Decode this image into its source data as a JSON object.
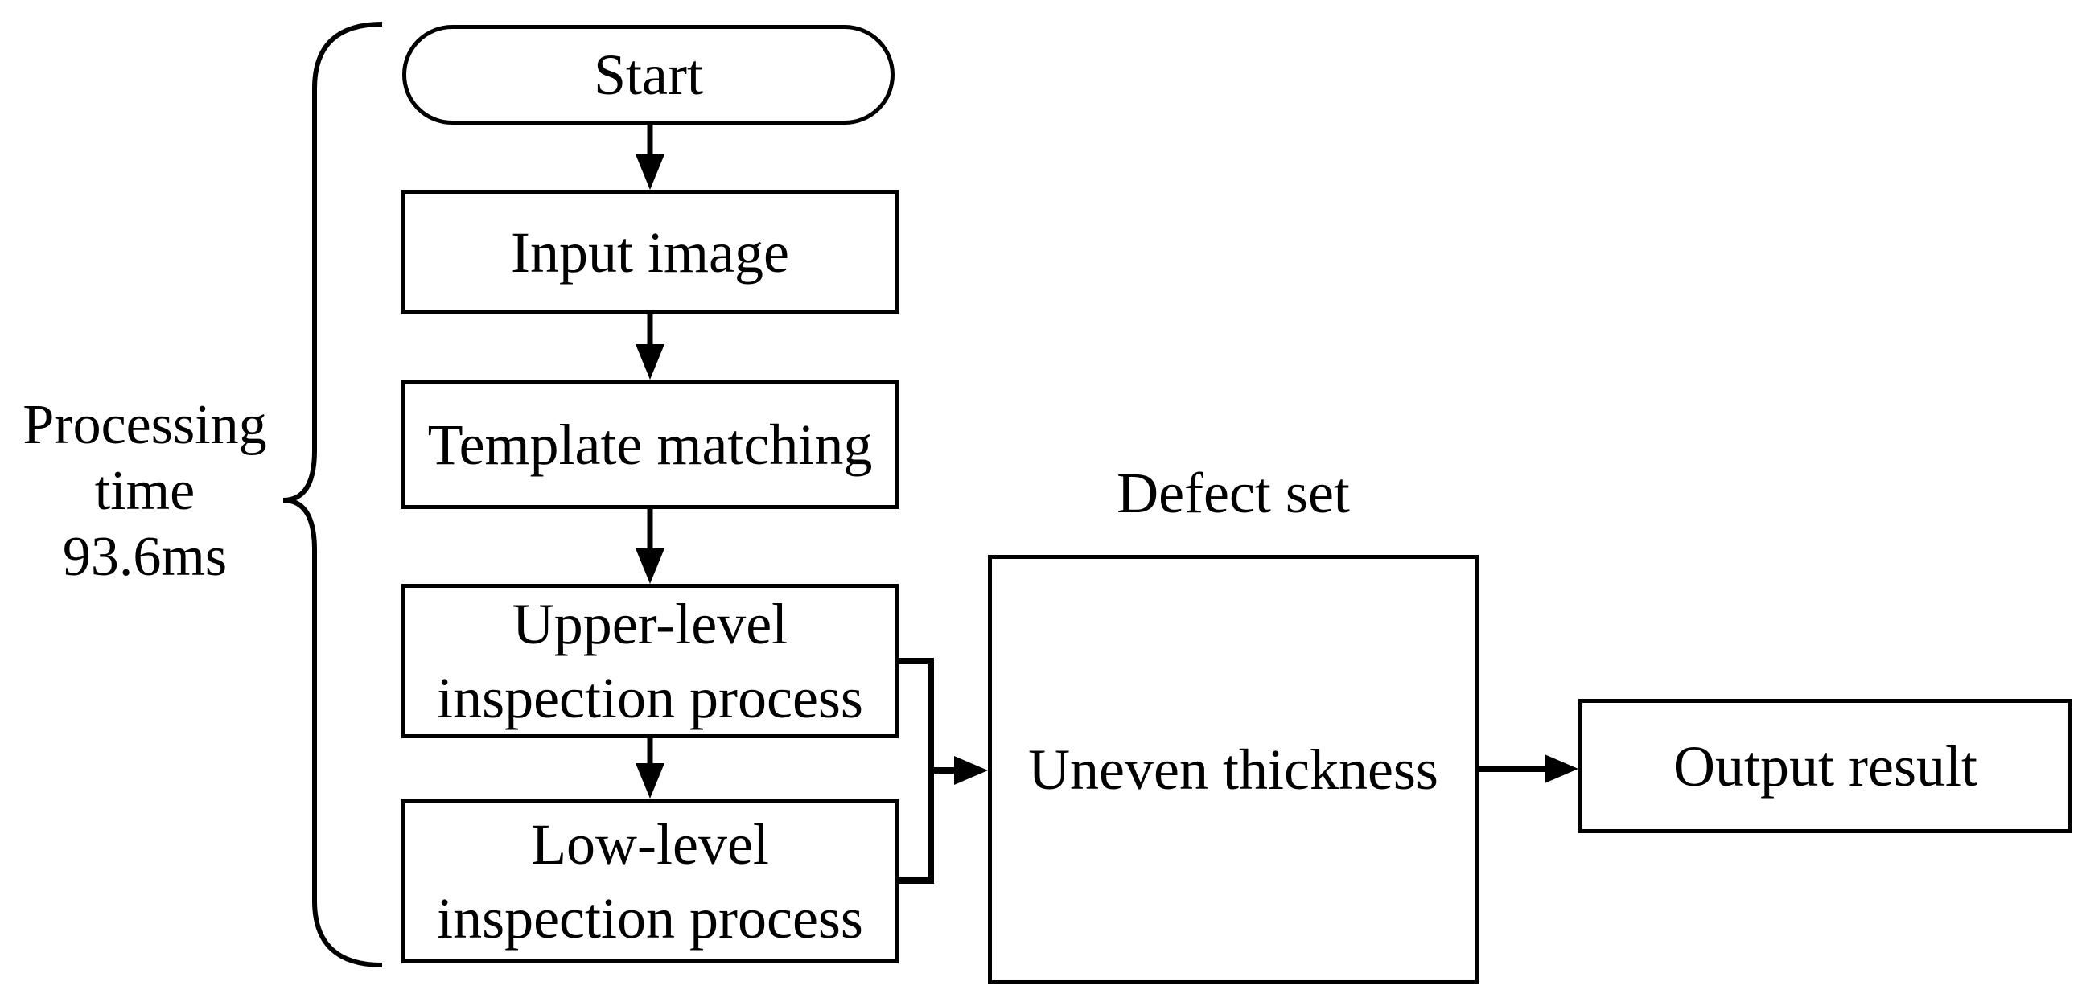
{
  "diagram": {
    "title_hint": "Inspection process flowchart",
    "colors": {
      "stroke": "#000000",
      "background": "#ffffff",
      "text": "#000000"
    },
    "brace_label": {
      "line1": "Processing",
      "line2": "time",
      "line3": "93.6ms"
    },
    "nodes": {
      "start": {
        "label": "Start",
        "shape": "stadium"
      },
      "input_image": {
        "label": "Input image",
        "shape": "rect"
      },
      "template_matching": {
        "label": "Template matching",
        "shape": "rect"
      },
      "upper_level": {
        "line1": "Upper-level",
        "line2": "inspection process",
        "shape": "rect"
      },
      "low_level": {
        "line1": "Low-level",
        "line2": "inspection process",
        "shape": "rect"
      },
      "uneven_thickness": {
        "label": "Uneven thickness",
        "shape": "rect"
      },
      "output_result": {
        "label": "Output result",
        "shape": "rect"
      }
    },
    "labels": {
      "defect_set": "Defect set"
    },
    "edges": [
      "start -> input_image",
      "input_image -> template_matching",
      "template_matching -> upper_level",
      "upper_level -> low_level",
      "upper_level + low_level -> uneven_thickness",
      "uneven_thickness -> output_result"
    ]
  }
}
